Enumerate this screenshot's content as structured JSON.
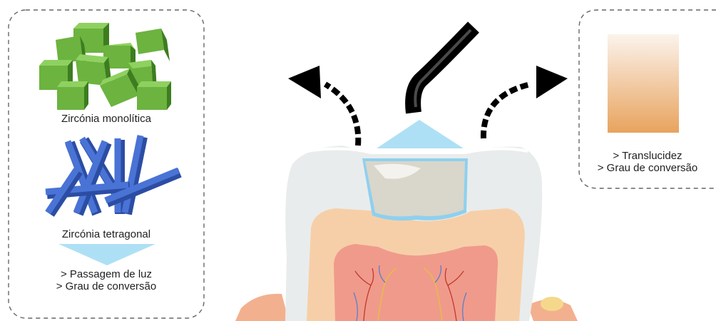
{
  "left_panel": {
    "structure_top_label": "Zircónia monolítica",
    "structure_bottom_label": "Zircónia tetragonal",
    "effect_lines": [
      "> Passagem de luz",
      "> Grau de conversão"
    ]
  },
  "right_panel": {
    "effect_lines": [
      "> Translucidez",
      "> Grau de conversão"
    ]
  },
  "colors": {
    "cube_green": "#6cb33f",
    "rod_blue": "#3f67c9",
    "light_cone": "#aee0f5",
    "gradient_top": "#fbf3ec",
    "gradient_bottom": "#e8a35e",
    "enamel": "#e9ecec",
    "dentin": "#f6cfa8",
    "pulp": "#f09a8c",
    "restoration": "#d9d6cc",
    "restoration_outline": "#8ed0ef",
    "gum": "#f3b08e"
  },
  "icons": [
    "curing-light-tip",
    "curved-arrow-left",
    "curved-arrow-right"
  ]
}
